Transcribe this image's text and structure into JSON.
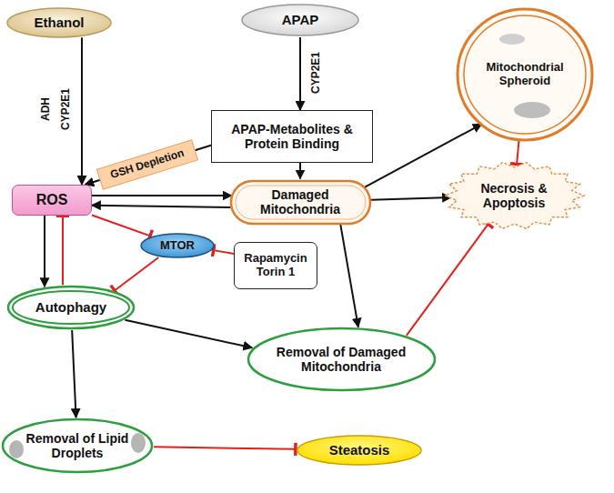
{
  "diagram": {
    "nodes": [
      {
        "text": [
          "Ethanol"
        ]
      },
      {
        "text": [
          "APAP"
        ]
      },
      {
        "text": [
          "Mitochondrial Spheroid"
        ]
      },
      {
        "text": [
          "ROS"
        ]
      },
      {
        "text": [
          "APAP-Metabolites & Protein Binding"
        ]
      },
      {
        "text": [
          "GSH Depletion"
        ]
      },
      {
        "text": [
          "Damaged Mitochondria"
        ]
      },
      {
        "text": [
          "Necrosis & Apoptosis"
        ]
      },
      {
        "text": [
          "MTOR"
        ]
      },
      {
        "text": [
          "Rapamycin Torin 1"
        ]
      },
      {
        "text": [
          "Autophagy"
        ]
      },
      {
        "text": [
          "Removal of Damaged Mitochondria"
        ]
      },
      {
        "text": [
          "Removal of Lipid Droplets"
        ]
      },
      {
        "text": [
          "Steatosis"
        ]
      }
    ],
    "edges": [
      {
        "from": 0,
        "to": 3,
        "arrow": "to"
      },
      {
        "from": 1,
        "to": 4,
        "arrow": "to"
      },
      {
        "from": 4,
        "to": 3,
        "arrow": "to"
      },
      {
        "from": 4,
        "to": 6,
        "arrow": "to"
      },
      {
        "from": 3,
        "to": 6,
        "arrow": "to"
      },
      {
        "from": 6,
        "to": 3,
        "arrow": "to"
      },
      {
        "from": 6,
        "to": 2,
        "arrow": "to"
      },
      {
        "from": 6,
        "to": 7,
        "arrow": "to"
      },
      {
        "from": 2,
        "to": 7,
        "arrow": "to"
      },
      {
        "from": 3,
        "to": 8,
        "arrow": "to"
      },
      {
        "from": 3,
        "to": 10,
        "arrow": "to"
      },
      {
        "from": 10,
        "to": 3,
        "arrow": "to"
      },
      {
        "from": 8,
        "to": 10,
        "arrow": "to"
      },
      {
        "from": 9,
        "to": 8,
        "arrow": "to"
      },
      {
        "from": 10,
        "to": 11,
        "arrow": "to"
      },
      {
        "from": 6,
        "to": 11,
        "arrow": "to"
      },
      {
        "from": 11,
        "to": 7,
        "arrow": "to"
      },
      {
        "from": 10,
        "to": 12,
        "arrow": "to"
      },
      {
        "from": 12,
        "to": 13,
        "arrow": "to"
      }
    ],
    "labels": [
      "ADH",
      "CYP2E1",
      "CYP2E1"
    ]
  }
}
